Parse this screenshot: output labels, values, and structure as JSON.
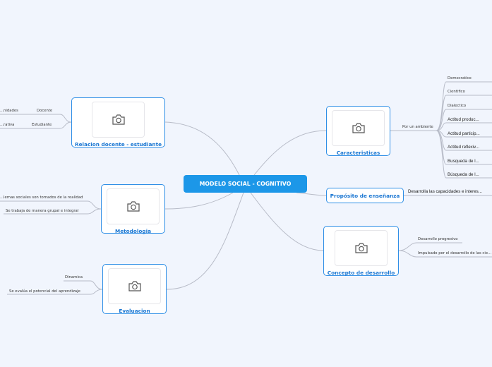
{
  "central": "MODELO SOCIAL - COGNITIVO",
  "nodes": {
    "relacion": {
      "title": "Relacion docente - estudiante",
      "leaves": [
        "Docente",
        "Estudiante"
      ],
      "sub": [
        "...nidades",
        "...rativa"
      ]
    },
    "metodologia": {
      "title": "Metodologia",
      "leaves": [
        "...lemas sociales son tomados de la realidad",
        "Se trabaja de manera grupal e integral"
      ]
    },
    "evaluacion": {
      "title": "Evaluacion",
      "leaves": [
        "Dinamica",
        "Se evalúa el potencial del aprendizaje"
      ]
    },
    "caracteristicas": {
      "title": "Caracteristicas",
      "branch": "Por un ambiente",
      "leaves": [
        "Democratico",
        "Cientifico",
        "Dialectico",
        "Actitud produc...",
        "Actitud particip...",
        "Actitud reflexiv...",
        "Busqueda de l...",
        "Búsqueda de l..."
      ]
    },
    "proposito": {
      "title": "Propósito de enseñanza",
      "leaves": [
        "Desarrolla las capacidades e interes..."
      ]
    },
    "concepto": {
      "title": "Concepto de desarrollo",
      "leaves": [
        "Desarrollo progresivo",
        "Impulsado por el desarrollo de las cie..."
      ]
    }
  },
  "icon": "camera-icon"
}
